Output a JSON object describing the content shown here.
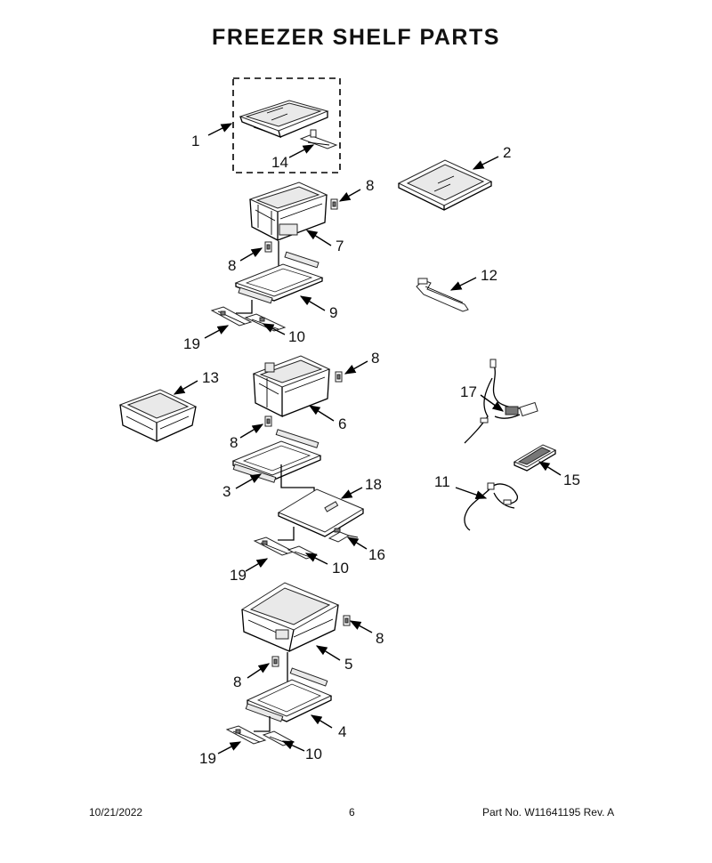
{
  "title": "FREEZER SHELF PARTS",
  "callouts": {
    "c1": "1",
    "c14": "14",
    "c2": "2",
    "c8a": "8",
    "c7": "7",
    "c8b": "8",
    "c9": "9",
    "c19a": "19",
    "c10a": "10",
    "c12": "12",
    "c13": "13",
    "c8c": "8",
    "c6": "6",
    "c8d": "8",
    "c3": "3",
    "c18": "18",
    "c16": "16",
    "c19b": "19",
    "c10b": "10",
    "c17": "17",
    "c11": "11",
    "c15": "15",
    "c8e": "8",
    "c5": "5",
    "c8f": "8",
    "c4": "4",
    "c19c": "19",
    "c10c": "10"
  },
  "footer": {
    "date": "10/21/2022",
    "page": "6",
    "part_no": "Part No.  W11641195  Rev.  A"
  }
}
